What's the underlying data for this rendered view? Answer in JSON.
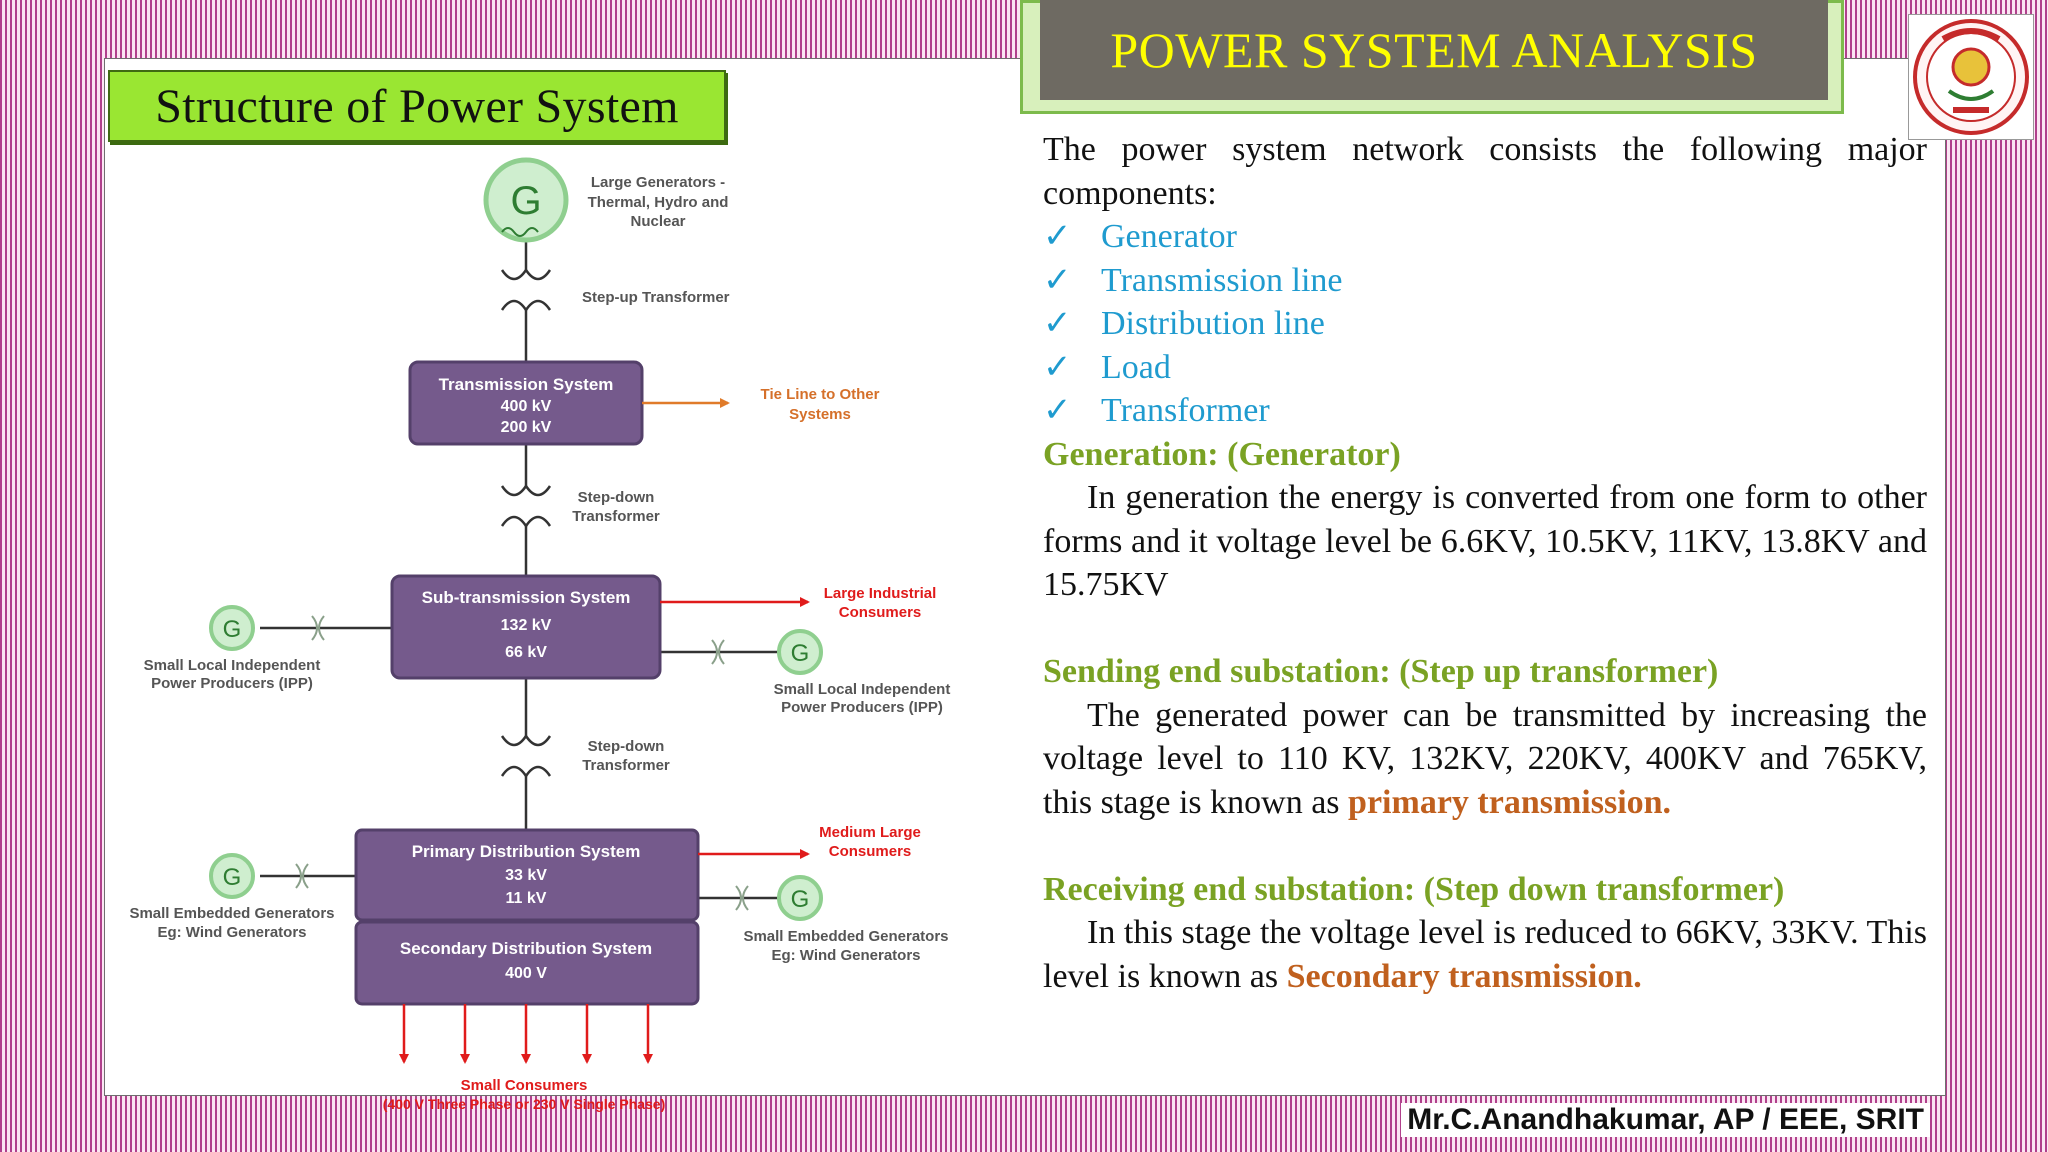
{
  "banner": {
    "title": "POWER SYSTEM ANALYSIS"
  },
  "slide": {
    "title": "Structure of Power System"
  },
  "footer": {
    "credit": "Mr.C.Anandhakumar, AP / EEE, SRIT"
  },
  "diagram": {
    "generator_symbol": "G",
    "large_gen_label": [
      "Large Generators -",
      "Thermal, Hydro and",
      "Nuclear"
    ],
    "stepup_label": "Step-up Transformer",
    "transmission": [
      "Transmission System",
      "400 kV",
      "200 kV"
    ],
    "tie_line_label": [
      "Tie Line to Other",
      "Systems"
    ],
    "stepdown1_label": [
      "Step-down",
      "Transformer"
    ],
    "subtransmission": [
      "Sub-transmission System",
      "132 kV",
      "66 kV"
    ],
    "large_industrial_label": [
      "Large Industrial",
      "Consumers"
    ],
    "ipp_label": [
      "Small Local Independent",
      "Power Producers (IPP)"
    ],
    "stepdown2_label": [
      "Step-down",
      "Transformer"
    ],
    "primary": [
      "Primary Distribution System",
      "33 kV",
      "11 kV"
    ],
    "medium_large_label": [
      "Medium Large",
      "Consumers"
    ],
    "embedded_label": [
      "Small Embedded Generators",
      "Eg: Wind Generators"
    ],
    "secondary": [
      "Secondary Distribution System",
      "400 V"
    ],
    "small_consumers_label": [
      "Small Consumers",
      "(400 V Three Phase or 230 V Single Phase)"
    ]
  },
  "content": {
    "intro": "The power system network consists the following major components:",
    "check_mark": "✓",
    "components": [
      "Generator",
      "Transmission line",
      "Distribution line",
      "Load",
      "Transformer"
    ],
    "generation": {
      "heading": "Generation: (Generator)",
      "text": "In generation the energy is converted from one form to other forms and it voltage level be 6.6KV, 10.5KV, 11KV, 13.8KV and 15.75KV"
    },
    "sending": {
      "heading": "Sending end substation: (Step up transformer)",
      "text": "The generated power can be transmitted  by increasing the voltage level to 110 KV, 132KV, 220KV, 400KV and 765KV, this stage is known as",
      "highlight": "primary transmission."
    },
    "receiving": {
      "heading": "Receiving end substation: (Step down transformer)",
      "text": "In this stage the voltage level is reduced to 66KV, 33KV. This level is known as",
      "highlight": "Secondary transmission."
    }
  },
  "colors": {
    "banner_bg": "#6e6a62",
    "banner_text": "#ffff00",
    "title_bg": "#9ae632",
    "box_fill": "#755a8c",
    "gen_fill": "#cfeecf",
    "heading_green": "#7aa224",
    "list_blue": "#1f9bcf",
    "highlight_orange": "#c0601e",
    "arrow_red": "#e01b1b",
    "tie_orange": "#e07b2a"
  }
}
